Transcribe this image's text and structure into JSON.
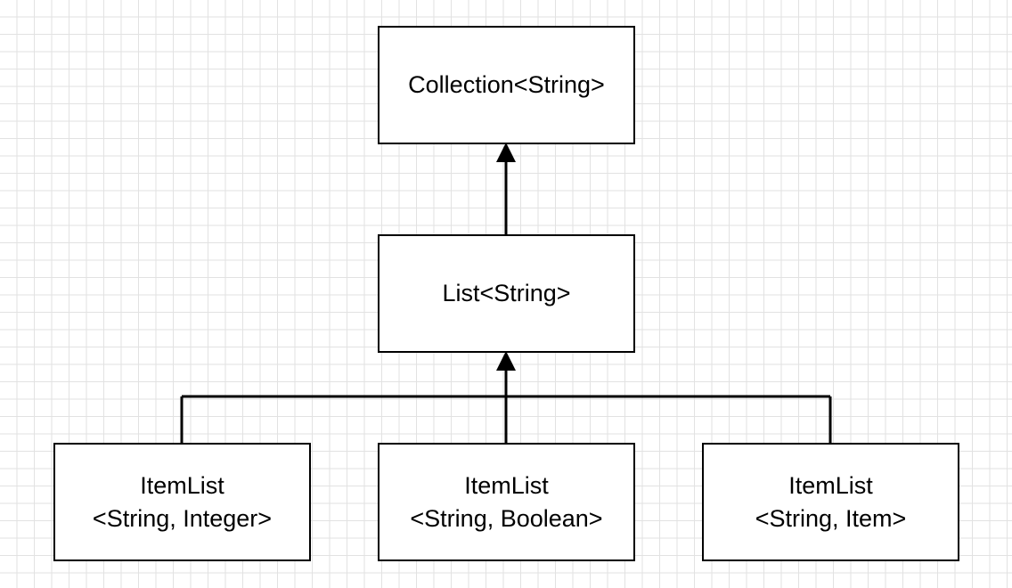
{
  "diagram": {
    "nodes": {
      "collection": {
        "label": "Collection<String>"
      },
      "list": {
        "label": "List<String>"
      },
      "itemlist_integer": {
        "line1": "ItemList",
        "line2": "<String, Integer>"
      },
      "itemlist_boolean": {
        "line1": "ItemList",
        "line2": "<String, Boolean>"
      },
      "itemlist_item": {
        "line1": "ItemList",
        "line2": "<String, Item>"
      }
    },
    "edges": [
      {
        "from": "list",
        "to": "collection",
        "type": "inheritance"
      },
      {
        "from": "itemlist_integer",
        "to": "list",
        "type": "inheritance"
      },
      {
        "from": "itemlist_boolean",
        "to": "list",
        "type": "inheritance"
      },
      {
        "from": "itemlist_item",
        "to": "list",
        "type": "inheritance"
      }
    ],
    "colors": {
      "stroke": "#000000",
      "fill": "#ffffff",
      "grid": "#e2e2e2"
    }
  }
}
